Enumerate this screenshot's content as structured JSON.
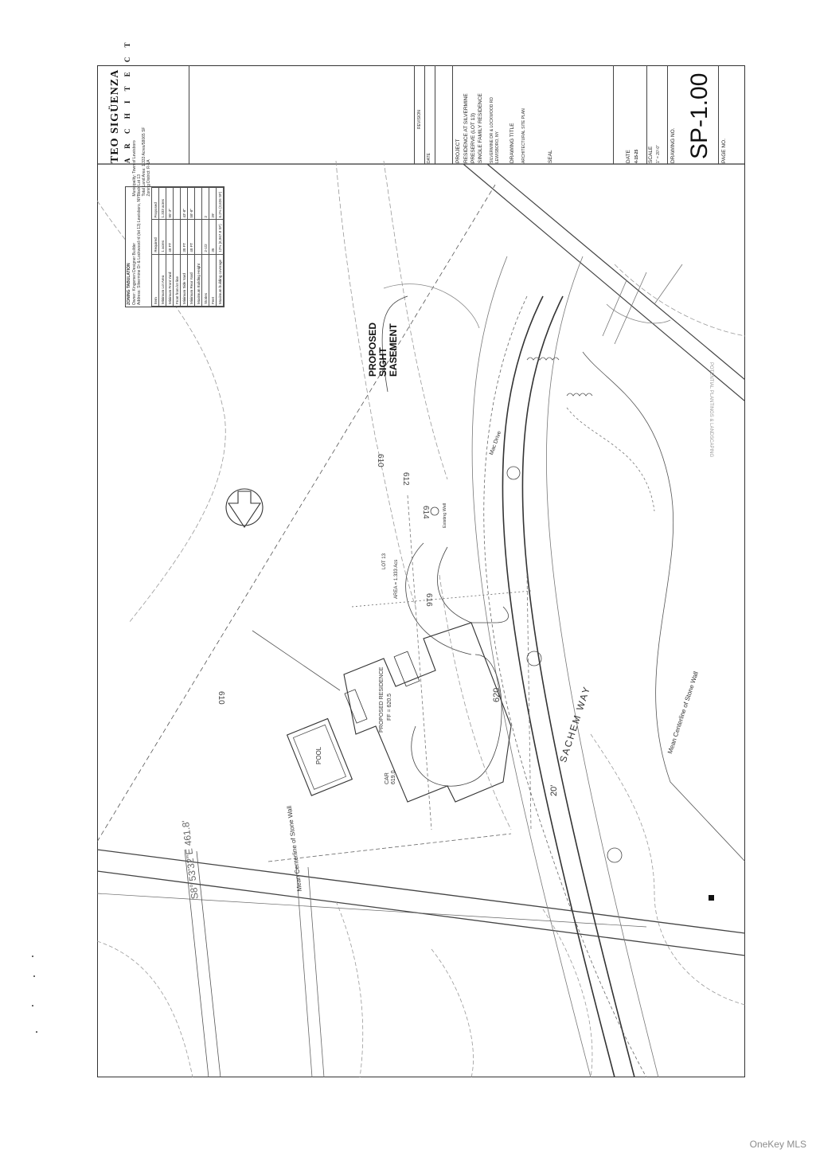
{
  "title_block": {
    "firm_name": "TEO SIGÜENZA",
    "firm_subtitle": "A R C H I T E C T",
    "project_label": "PROJECT",
    "project_name_1": "RESIDENCE AT SILVERMINE",
    "project_name_2": "PRESERVE (LOT 13)",
    "project_name_3": "SINGLE FAMILY RESIDENCE",
    "project_addr_1": "SILVERMINE DR & LOCKWOOD RD",
    "project_addr_2": "LEWISBORO, NY",
    "drawing_title_label": "DRAWING TITLE",
    "drawing_title": "ARCHITECTURAL SITE PLAN",
    "seal_label": "SEAL",
    "date_label": "DATE",
    "date_value": "4-15-25",
    "scale_label": "SCALE",
    "scale_value": "1\" = 20'-0\"",
    "drawing_no_label": "DRAWING NO.",
    "sheet_number": "SP-1.00",
    "page_no_label": "PAGE NO.",
    "rev_label": "DATE",
    "revision_label": "REVISION"
  },
  "zoning": {
    "title": "ZONING TABULATION",
    "owner": "Owner: Kingsmen Designer Builder",
    "address": "Address: Silvermine Dr & Lockwood rd (lot 13) Lewisboro, NY",
    "municipality": "Municipality: Town of Lewisboro",
    "block_lot": "Block  Lot 13",
    "lot_area": "Total Land Area: 1.333 Acres/58065 SF",
    "zoning_district": "Zoning District: R-1A",
    "col_item": "Item",
    "col_required": "Required",
    "col_proposed": "Proposed",
    "rows": [
      {
        "item": "Minimum Lot Area",
        "required": "1 acres",
        "proposed": "1.333 acres"
      },
      {
        "item": "Minimum Front Yard",
        "required": "40 FT",
        "proposed": "95'-3\""
      },
      {
        "item": "Front from lot line",
        "required": "",
        "proposed": ""
      },
      {
        "item": "Minimum Side Yard",
        "required": "30 FT",
        "proposed": "43'-8\""
      },
      {
        "item": "Minimum Rear Yard",
        "required": "40 FT",
        "proposed": "58'-8\""
      },
      {
        "item": "Maximum Building Height",
        "required": "",
        "proposed": ""
      },
      {
        "item": "Stories",
        "required": "2-1/2",
        "proposed": "2"
      },
      {
        "item": "Feet",
        "required": "35",
        "proposed": "29'"
      },
      {
        "item": "Maximum building coverage",
        "required": "12% (6,967.8 SF)",
        "proposed": "6.2% (3,626 SF)"
      }
    ]
  },
  "plan": {
    "proposed_sight_easement_1": "PROPOSED",
    "proposed_sight_easement_2": "SIGHT",
    "proposed_sight_easement_3": "EASEMENT",
    "proposed_residence": "PROPOSED RESIDENCE",
    "ff_elev": "FF = 620.5",
    "pool": "POOL",
    "car": "CAR",
    "car_elev": "619.0",
    "lot": "LOT 13",
    "area": "AREA = 1.333 Acs",
    "road": "SACHEM WAY",
    "road_width": "20'",
    "road_2": "Mac Drive",
    "existing_well": "Existing Well",
    "stone_wall_1": "Mean Centerline of Stone Wall",
    "stone_wall_2": "Mean Centerline of Stone Wall",
    "bearing": "S8° 53'32\"E 461.8'",
    "contour_610a": "610",
    "contour_610b": "610",
    "contour_612": "612",
    "contour_614": "614",
    "contour_616": "616",
    "contour_620": "620",
    "adjacent_label": "POTENTIAL PLANTINGS & LANDSCAPING"
  },
  "watermark": "OneKey MLS"
}
